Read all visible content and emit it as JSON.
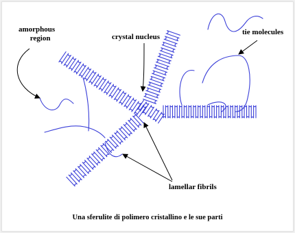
{
  "labels": {
    "amorphous_line1": "amorphous",
    "amorphous_line2": "region",
    "crystal_nucleus": "crystal nucleus",
    "tie_molecules": "tie molecules",
    "lamellar_fibrils": "lamellar fibrils"
  },
  "caption": "Una sferulite di polimero cristallino e le sue parti",
  "colors": {
    "chain": "#3a3fd8",
    "arrow": "#000000",
    "text": "#000000",
    "background": "#ffffff"
  }
}
